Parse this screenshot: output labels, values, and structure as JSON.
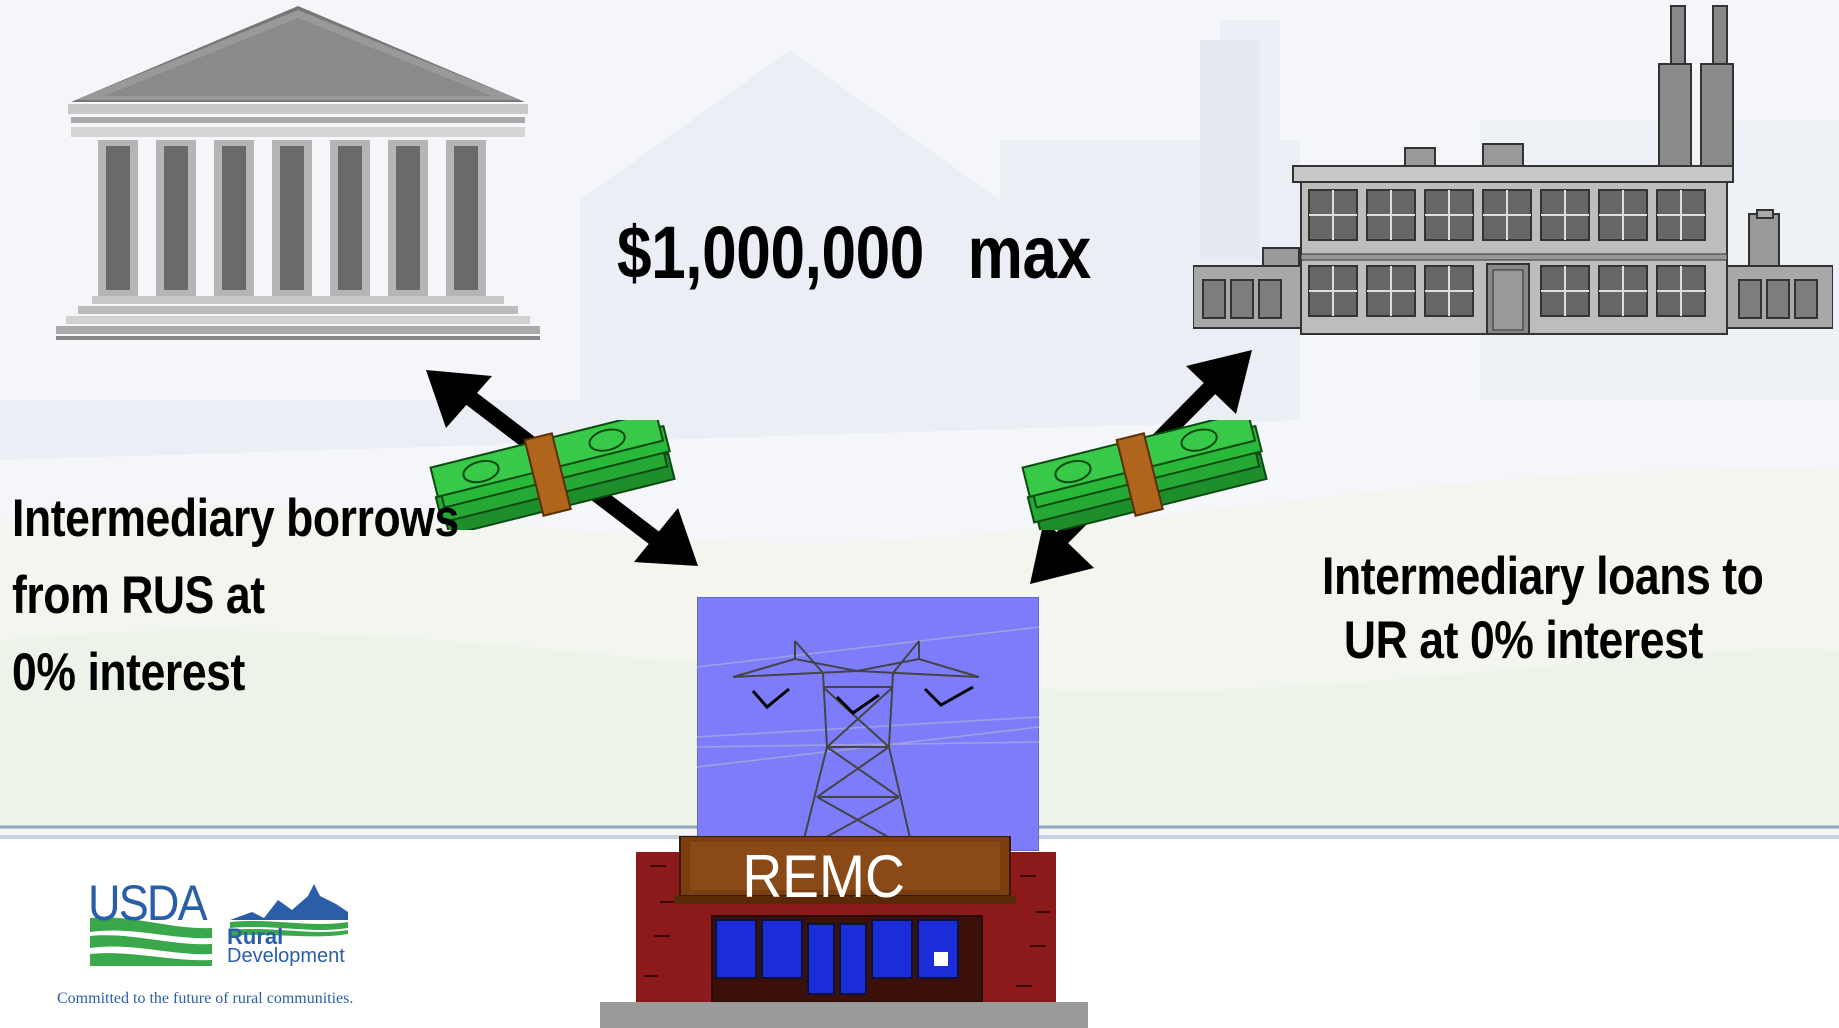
{
  "amount": {
    "value": "$1,000,000",
    "qualifier": "max"
  },
  "left_text": {
    "line1": "Intermediary borrows",
    "line2": "from RUS at",
    "line3": "0% interest"
  },
  "right_text": {
    "line1": "Intermediary loans to",
    "line2": "UR at 0% interest"
  },
  "remc": {
    "label": "REMC"
  },
  "logo": {
    "usda": "USDA",
    "rural": "Rural",
    "development": "Development",
    "tagline": "Committed to the future of rural communities."
  },
  "icons": {
    "government": "government-building-icon",
    "factory": "factory-icon",
    "money": "money-stack-icon",
    "arrow": "double-arrow-icon",
    "utility": "power-tower-icon",
    "storefront": "storefront-icon"
  },
  "colors": {
    "background": "#f3f5f9",
    "ground": "#f4f7f1",
    "cash_green": "#2ab83a",
    "sky_blue": "#7d7dfc",
    "sign_brown": "#7a3e0f",
    "brick": "#8c1a1a",
    "logo_blue": "#2a5ea8",
    "logo_green": "#3aa84a"
  }
}
